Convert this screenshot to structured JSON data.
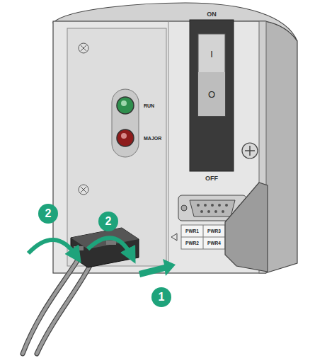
{
  "diagram": {
    "labels": [
      "ON",
      "I",
      "O",
      "OFF",
      "RUN",
      "MAJOR",
      "PWR1",
      "PWR3",
      "PWR2",
      "PWR4",
      "2",
      "2",
      "1"
    ]
  }
}
